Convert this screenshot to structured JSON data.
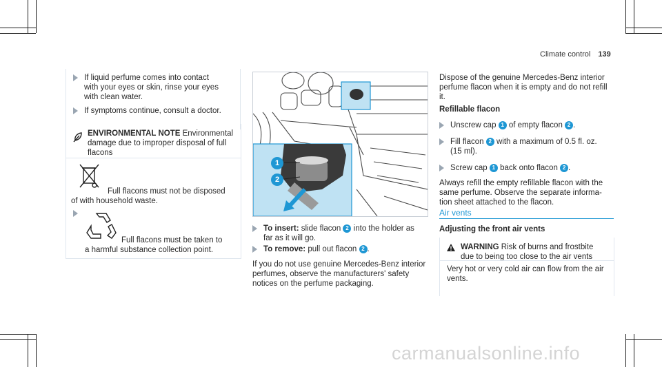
{
  "header": {
    "section": "Climate control",
    "page_number": "139"
  },
  "col1": {
    "bullet1": [
      "If liquid perfume comes into contact",
      "with your eyes or skin, rinse your eyes",
      "with clean water."
    ],
    "bullet2": "If symptoms continue, consult a doctor.",
    "env_title": "ENVIRONMENTAL NOTE",
    "env_lines": [
      " Environmental",
      "damage due to improper disposal of full",
      "flacons"
    ],
    "icon1_text": [
      "Full flacons must not be disposed",
      "of with household waste."
    ],
    "icon2_text": [
      "Full flacons must be taken to",
      "a harmful substance collection point."
    ]
  },
  "col2": {
    "callouts": [
      "1",
      "2"
    ],
    "insert_label": "To insert:",
    "insert_text": " slide flacon ",
    "insert_text2": " into the holder as",
    "insert_line2": "far as it will go.",
    "remove_label": "To remove:",
    "remove_text": " pull out flacon ",
    "remove_end": ".",
    "para": [
      "If you do not use genuine Mercedes-Benz interior",
      "perfumes, observe the manufacturers' safety",
      "notices on the perfume packaging."
    ]
  },
  "col3": {
    "dispose": [
      "Dispose of the genuine Mercedes-Benz interior",
      "perfume flacon when it is empty and do not refill",
      "it."
    ],
    "refill_heading": "Refillable flacon",
    "s1_a": "Unscrew cap ",
    "s1_b": " of empty flacon ",
    "s1_c": ".",
    "s2_a": "Fill flacon ",
    "s2_b": " with a maximum of 0.5 fl. oz.",
    "s2_line2": "(15 ml).",
    "s3_a": "Screw cap ",
    "s3_b": " back onto flacon ",
    "s3_c": ".",
    "always": [
      "Always refill the empty refillable flacon with the",
      "same perfume. Observe the separate informa-",
      "tion sheet attached to the flacon."
    ],
    "air_vents": "Air vents",
    "adjusting": "Adjusting the front air vents",
    "warning_title": "WARNING",
    "warning_lines": [
      " Risk of burns and frostbite",
      "due to being too close to the air vents"
    ],
    "warning_body": [
      "Very hot or very cold air can flow from the air",
      "vents."
    ]
  },
  "footer": {
    "watermark": "carmanualsonline.info"
  },
  "colors": {
    "accent": "#1e97d4",
    "text": "#2a2a2a"
  }
}
